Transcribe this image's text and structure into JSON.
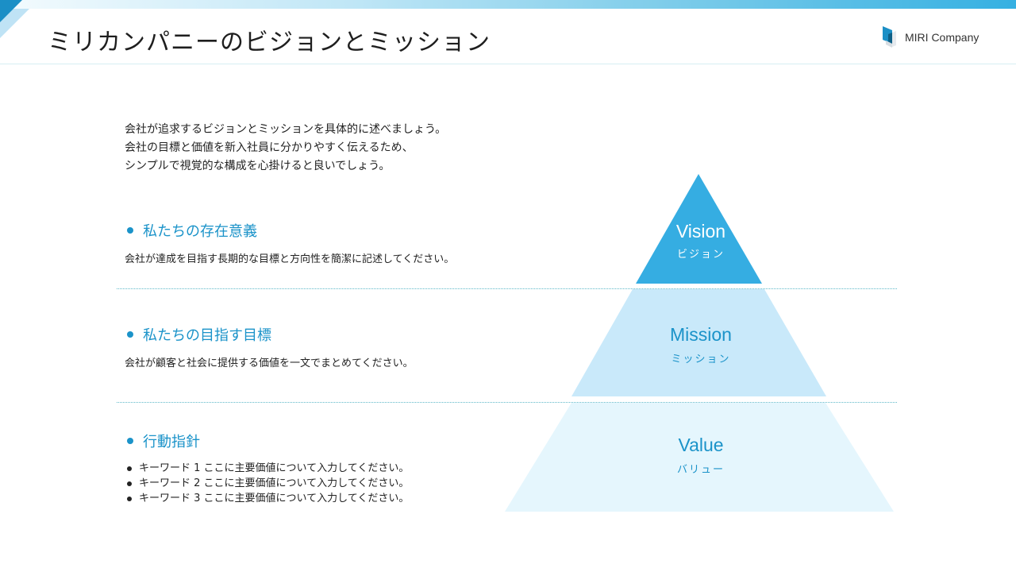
{
  "header": {
    "title": "ミリカンパニーのビジョンとミッション",
    "logo_text": "MIRI Company",
    "logo_icon": "cube-logo-icon"
  },
  "intro": {
    "lines": [
      "会社が追求するビジョンとミッションを具体的に述べましょう。",
      "会社の目標と価値を新入社員に分かりやすく伝えるため、",
      "シンプルで視覚的な構成を心掛けると良いでしょう。"
    ]
  },
  "sections": [
    {
      "heading": "私たちの存在意義",
      "description": "会社が達成を目指す長期的な目標と方向性を簡潔に記述してください。"
    },
    {
      "heading": "私たちの目指す目標",
      "description": "会社が顧客と社会に提供する価値を一文でまとめてください。"
    },
    {
      "heading": "行動指針",
      "keywords": [
        "キーワード 1 ここに主要価値について入力してください。",
        "キーワード 2 ここに主要価値について入力してください。",
        "キーワード 3 ここに主要価値について入力してください。"
      ]
    }
  ],
  "pyramid": {
    "levels": [
      {
        "en": "Vision",
        "ja": "ビジョン",
        "fill": "#35ade2",
        "text_color": "#ffffff"
      },
      {
        "en": "Mission",
        "ja": "ミッション",
        "fill": "#c9e9fa",
        "text_color": "#1b93c9"
      },
      {
        "en": "Value",
        "ja": "バリュー",
        "fill": "#e5f6fd",
        "text_color": "#1b93c9"
      }
    ]
  },
  "colors": {
    "accent": "#1b93c9",
    "vision": "#35ade2",
    "mission": "#c9e9fa",
    "value": "#e5f6fd",
    "divider": "#5fb9c9"
  }
}
